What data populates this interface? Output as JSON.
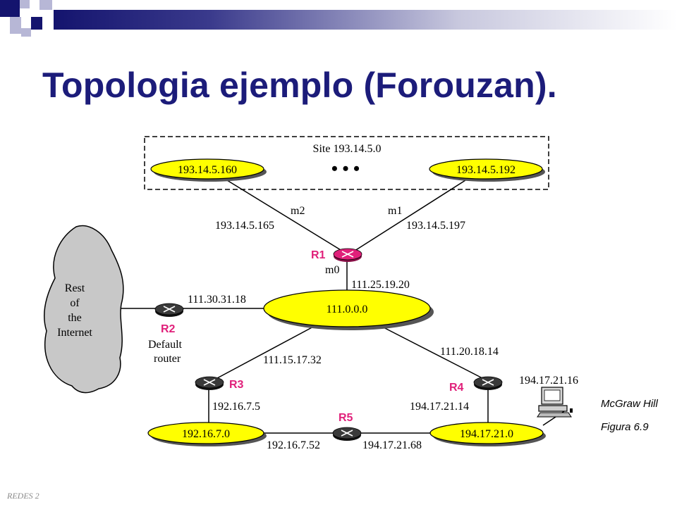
{
  "title": "Topologia ejemplo (Forouzan).",
  "footer": "REDES 2",
  "credit": {
    "publisher": "McGraw Hill",
    "figure": "Figura 6.9"
  },
  "diagram": {
    "site_label": "Site 193.14.5.0",
    "ellipsis": "• • •",
    "networks": {
      "host160": "193.14.5.160",
      "host192": "193.14.5.192",
      "backbone": "111.0.0.0",
      "net192": "192.16.7.0",
      "net194": "194.17.21.0"
    },
    "cloud": {
      "line1": "Rest",
      "line2": "of",
      "line3": "the",
      "line4": "Internet"
    },
    "routers": {
      "r1": "R1",
      "r2": "R2",
      "r3": "R3",
      "r4": "R4",
      "r5": "R5"
    },
    "r2_caption": {
      "line1": "Default",
      "line2": "router"
    },
    "labels": {
      "m2": "m2",
      "m1": "m1",
      "m0": "m0",
      "r1_m2": "193.14.5.165",
      "r1_m1": "193.14.5.197",
      "r1_m0": "111.25.19.20",
      "r2_addr": "111.30.31.18",
      "r3_up": "111.15.17.32",
      "r3_down": "192.16.7.5",
      "r4_up": "111.20.18.14",
      "r4_down": "194.17.21.14",
      "r5_left": "192.16.7.52",
      "r5_right": "194.17.21.68",
      "host_addr": "194.17.21.16"
    }
  },
  "colors": {
    "title": "#1c1c7a",
    "network_fill": "#ffff00",
    "router_r1": "#e0207a",
    "router": "#333333",
    "cloud": "#c8c8c8"
  }
}
